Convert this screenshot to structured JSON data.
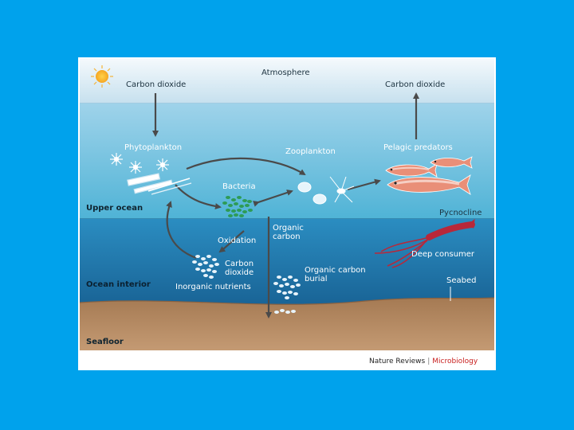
{
  "diagram": {
    "zones": {
      "upper_ocean": "Upper ocean",
      "ocean_interior": "Ocean interior",
      "seafloor": "Seafloor"
    },
    "labels": {
      "atmosphere": "Atmosphere",
      "co2_in": "Carbon dioxide",
      "co2_out": "Carbon dioxide",
      "phytoplankton": "Phytoplankton",
      "zooplankton": "Zooplankton",
      "bacteria": "Bacteria",
      "pelagic_predators": "Pelagic predators",
      "pycnocline": "Pycnocline",
      "organic_carbon": "Organic carbon",
      "oxidation": "Oxidation",
      "carbon_dioxide_interior": "Carbon dioxide",
      "inorganic_nutrients": "Inorganic nutrients",
      "organic_carbon_burial": "Organic carbon burial",
      "deep_consumer": "Deep consumer",
      "seabed": "Seabed"
    },
    "credit": {
      "journal": "Nature Reviews",
      "separator": "|",
      "section": "Microbiology"
    },
    "colors": {
      "background": "#00a2ec",
      "atmosphere": "#dcebf3",
      "upper_ocean": "#4fb3d6",
      "ocean_interior": "#1f7fb6",
      "seafloor": "#b5875f",
      "arrows": "#4a4a4a",
      "bacteria": "#2e9b55",
      "fish": "#e98f78",
      "squid": "#b8283a",
      "credit_accent": "#c8201f"
    },
    "icons": [
      "sun-icon",
      "phytoplankton-icon",
      "bacteria-cluster-icon",
      "zooplankton-icon",
      "fish-icon",
      "squid-icon",
      "particle-cluster-icon"
    ]
  }
}
